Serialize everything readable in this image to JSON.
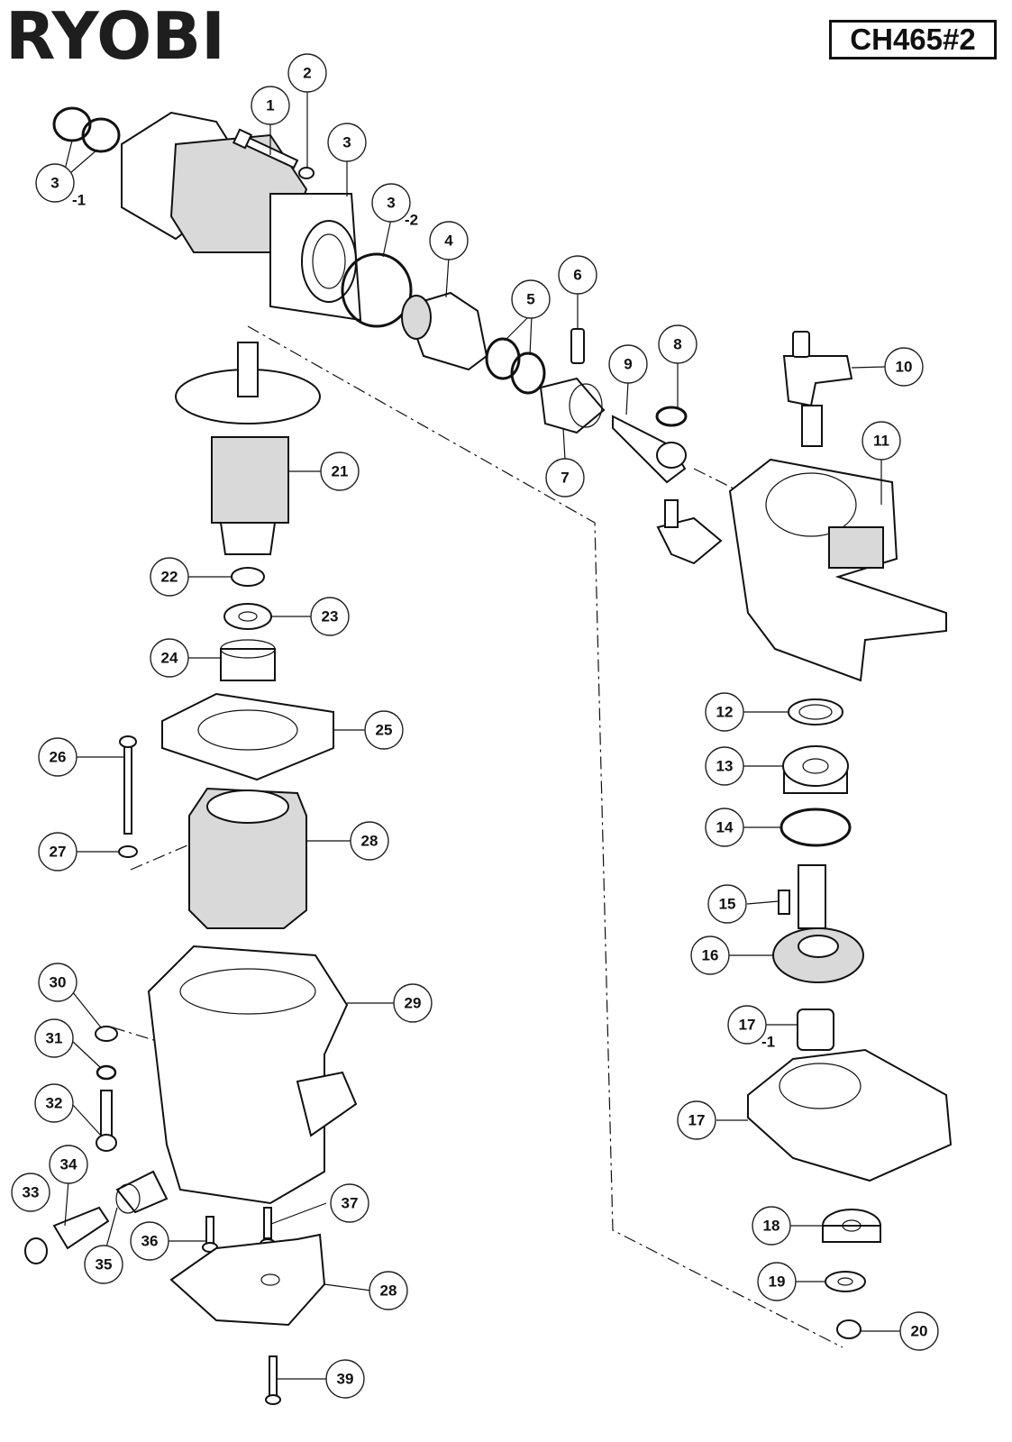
{
  "header": {
    "brand": "RYOBI",
    "model": "CH465#2"
  },
  "callouts": [
    {
      "num": "1"
    },
    {
      "num": "2"
    },
    {
      "num": "3"
    },
    {
      "num": "3",
      "sub": "-1"
    },
    {
      "num": "3",
      "sub": "-2"
    },
    {
      "num": "4"
    },
    {
      "num": "5"
    },
    {
      "num": "6"
    },
    {
      "num": "7"
    },
    {
      "num": "8"
    },
    {
      "num": "9"
    },
    {
      "num": "10"
    },
    {
      "num": "11"
    },
    {
      "num": "12"
    },
    {
      "num": "13"
    },
    {
      "num": "14"
    },
    {
      "num": "15"
    },
    {
      "num": "16"
    },
    {
      "num": "17",
      "sub": "-1"
    },
    {
      "num": "17"
    },
    {
      "num": "18"
    },
    {
      "num": "19"
    },
    {
      "num": "20"
    },
    {
      "num": "21"
    },
    {
      "num": "22"
    },
    {
      "num": "23"
    },
    {
      "num": "24"
    },
    {
      "num": "25"
    },
    {
      "num": "26"
    },
    {
      "num": "27"
    },
    {
      "num": "28"
    },
    {
      "num": "28"
    },
    {
      "num": "29"
    },
    {
      "num": "30"
    },
    {
      "num": "31"
    },
    {
      "num": "32"
    },
    {
      "num": "33"
    },
    {
      "num": "34"
    },
    {
      "num": "35"
    },
    {
      "num": "36"
    },
    {
      "num": "37"
    },
    {
      "num": "39"
    }
  ]
}
